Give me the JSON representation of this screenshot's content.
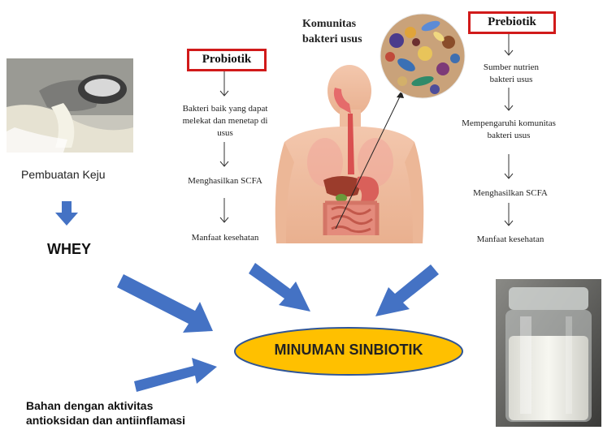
{
  "left": {
    "process_label": "Pembuatan Keju",
    "product_label": "WHEY"
  },
  "probiotik": {
    "title": "Probiotik",
    "steps": [
      "Bakteri baik yang dapat melekat dan menetap di usus",
      "Menghasilkan SCFA",
      "Manfaat kesehatan"
    ]
  },
  "center": {
    "community_label": "Komunitas bakteri usus"
  },
  "prebiotik": {
    "title": "Prebiotik",
    "steps": [
      "Sumber nutrien bakteri usus",
      "Mempengaruhi komunitas bakteri usus",
      "Menghasilkan SCFA",
      "Manfaat kesehatan"
    ]
  },
  "result": {
    "label": "MINUMAN SINBIOTIK"
  },
  "extra": {
    "label_line1": "Bahan dengan aktivitas",
    "label_line2": "antioksidan dan antiinflamasi"
  },
  "colors": {
    "arrow_blue": "#4472c4",
    "box_red": "#d11a1a",
    "ellipse_yellow": "#ffc000",
    "ellipse_border": "#2f5597"
  }
}
